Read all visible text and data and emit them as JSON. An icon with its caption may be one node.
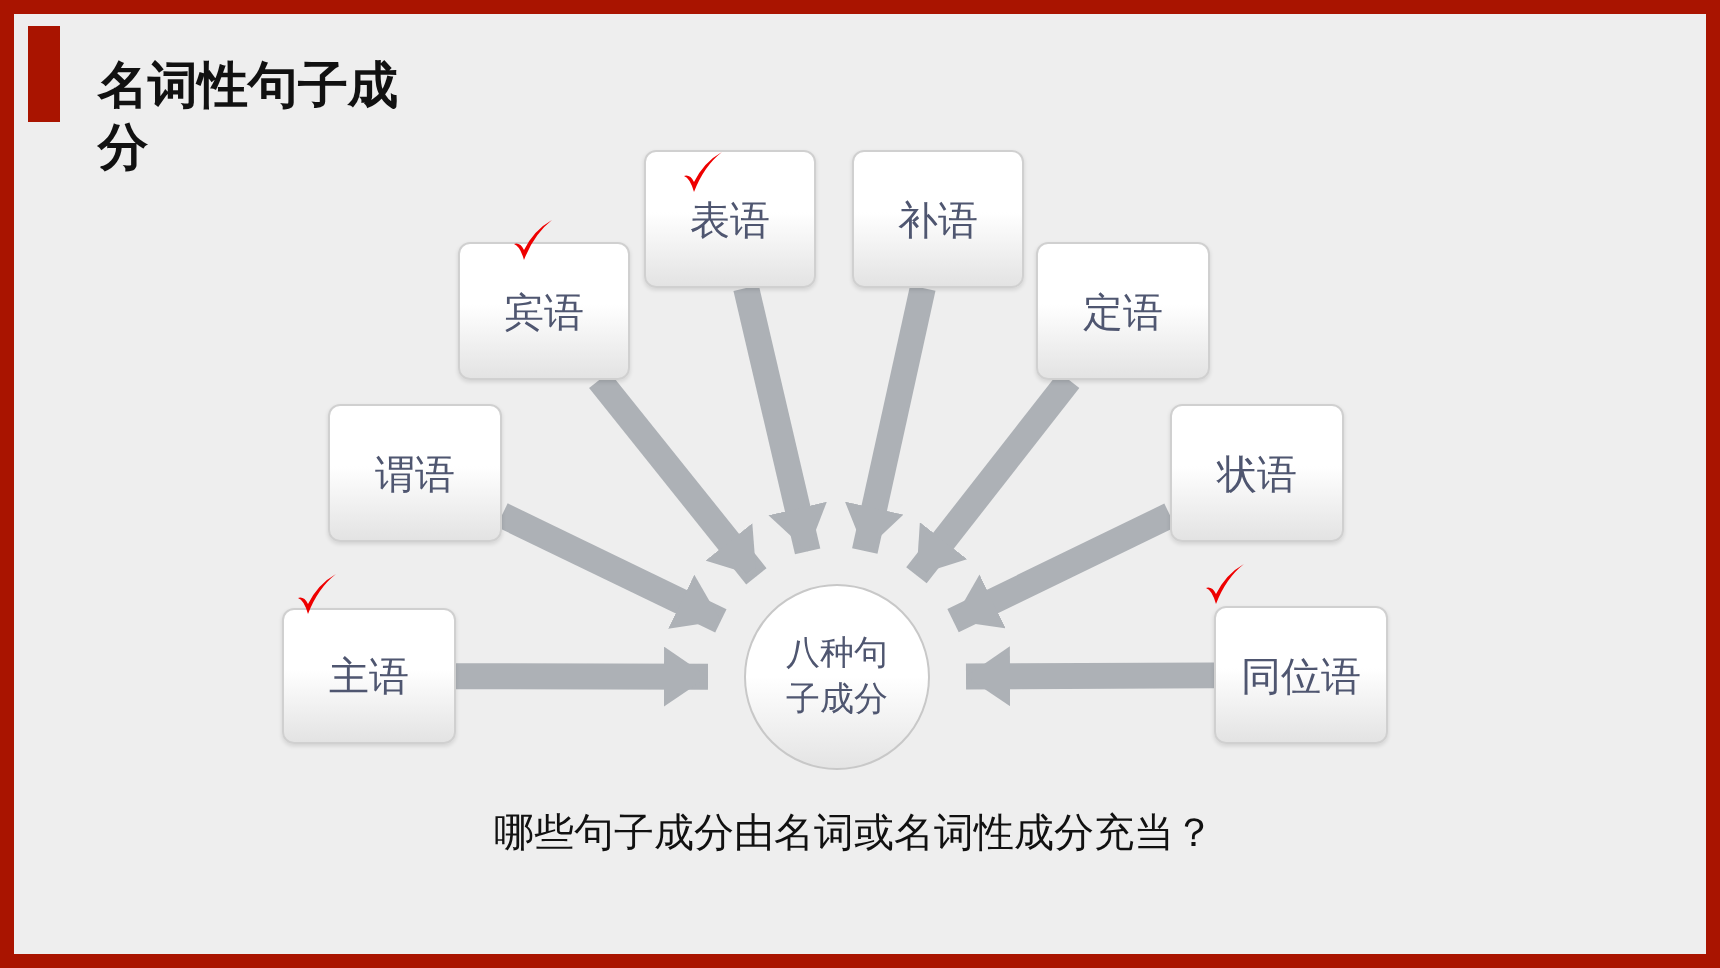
{
  "diagram": {
    "title": "名词性句子成分",
    "nodes": [
      {
        "text": [
          "主语"
        ]
      },
      {
        "text": [
          "谓语"
        ]
      },
      {
        "text": [
          "宾语"
        ]
      },
      {
        "text": [
          "表语"
        ]
      },
      {
        "text": [
          "补语"
        ]
      },
      {
        "text": [
          "定语"
        ]
      },
      {
        "text": [
          "状语"
        ]
      },
      {
        "text": [
          "同位语"
        ]
      },
      {
        "text": [
          "八种句子成分"
        ]
      }
    ],
    "edges": [
      {
        "from": 0,
        "to": 8,
        "arrow": "to"
      },
      {
        "from": 1,
        "to": 8,
        "arrow": "to"
      },
      {
        "from": 2,
        "to": 8,
        "arrow": "to"
      },
      {
        "from": 3,
        "to": 8,
        "arrow": "to"
      },
      {
        "from": 4,
        "to": 8,
        "arrow": "to"
      },
      {
        "from": 5,
        "to": 8,
        "arrow": "to"
      },
      {
        "from": 6,
        "to": 8,
        "arrow": "to"
      },
      {
        "from": 7,
        "to": 8,
        "arrow": "to"
      }
    ],
    "labels": [
      "哪些句子成分由名词或名词性成分充当？"
    ]
  }
}
